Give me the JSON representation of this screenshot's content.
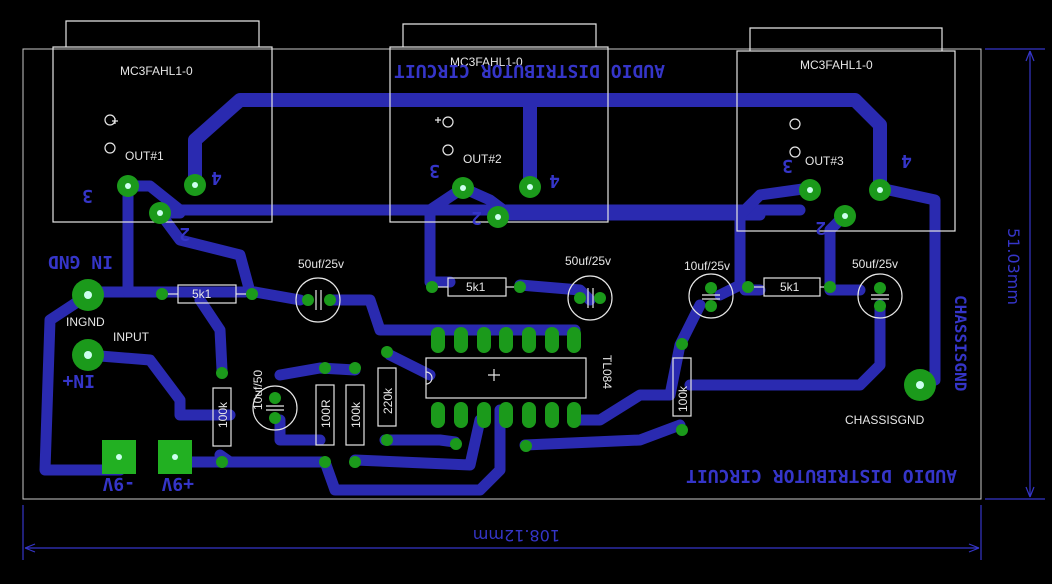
{
  "board": {
    "title_top": "AUDIO DISTRIBUTOR CIRCUIT",
    "title_bottom": "AUDIO DISTRIBUTOR CIRCUIT",
    "width_dim": "108.12mm",
    "height_dim": "51.03mm",
    "labels": {
      "in_gnd": "IN GND",
      "in_plus": "IN+",
      "minus_9v": "-9V",
      "plus_9v": "+9V",
      "chassis_big": "CHASSISGND",
      "chassis_small": "CHASSISGND",
      "ingnd": "INGND",
      "input": "INPUT"
    },
    "connectors": [
      {
        "part": "MC3FAHL1-0",
        "out": "OUT#1",
        "pin3": "3",
        "pin4": "4",
        "pin2": "2"
      },
      {
        "part": "MC3FAHL1-0",
        "out": "OUT#2",
        "pin3": "3",
        "pin4": "4",
        "pin2": "2"
      },
      {
        "part": "MC3FAHL1-0",
        "out": "OUT#3",
        "pin3": "3",
        "pin4": "4",
        "pin2": "2"
      }
    ],
    "components": {
      "r1": "5k1",
      "r2": "5k1",
      "r3": "5k1",
      "c1": "50uf/25v",
      "c2": "50uf/25v",
      "c3": "10uf/25v",
      "c4": "50uf/25v",
      "c5": "10uf/50",
      "r_100k_a": "100k",
      "r_100r": "100R",
      "r_100k_b": "100k",
      "r_220k": "220k",
      "r_100k_c": "100k",
      "ic": "TL084"
    }
  }
}
